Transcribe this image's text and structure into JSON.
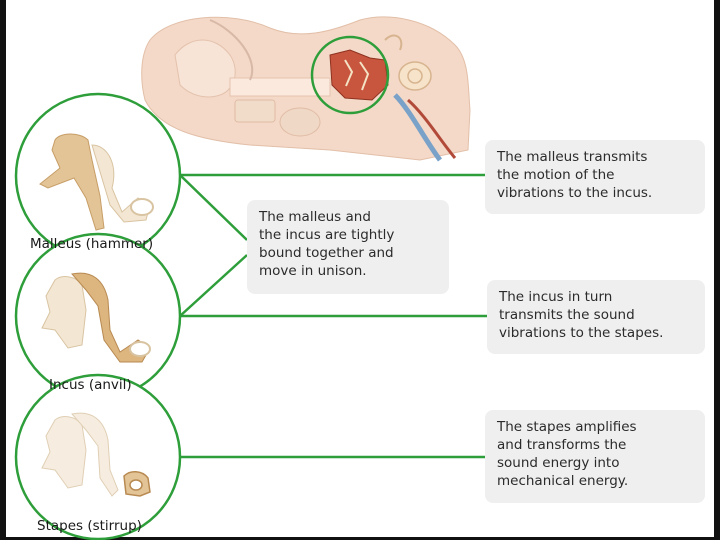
{
  "bones": [
    {
      "label": "Malleus (hammer)"
    },
    {
      "label": "Incus (anvil)"
    },
    {
      "label": "Stapes (stirrup)"
    }
  ],
  "notes": {
    "malleus": "The malleus transmits\nthe motion of the\nvibrations to the incus.",
    "unison": "The malleus and\nthe incus are tightly\nbound together and\nmove in unison.",
    "incus": "The incus in turn\ntransmits the sound\nvibrations to the stapes.",
    "stapes": "The stapes amplifies\nand transforms the\nsound energy into\nmechanical energy."
  },
  "colors": {
    "connector": "#2e9e3a",
    "bone": "#e8d2ad",
    "bone_highlight": "#d9b47a",
    "skin": "#f4d9c8",
    "middle_ear": "#c8553d",
    "note_bg": "#efefef"
  }
}
